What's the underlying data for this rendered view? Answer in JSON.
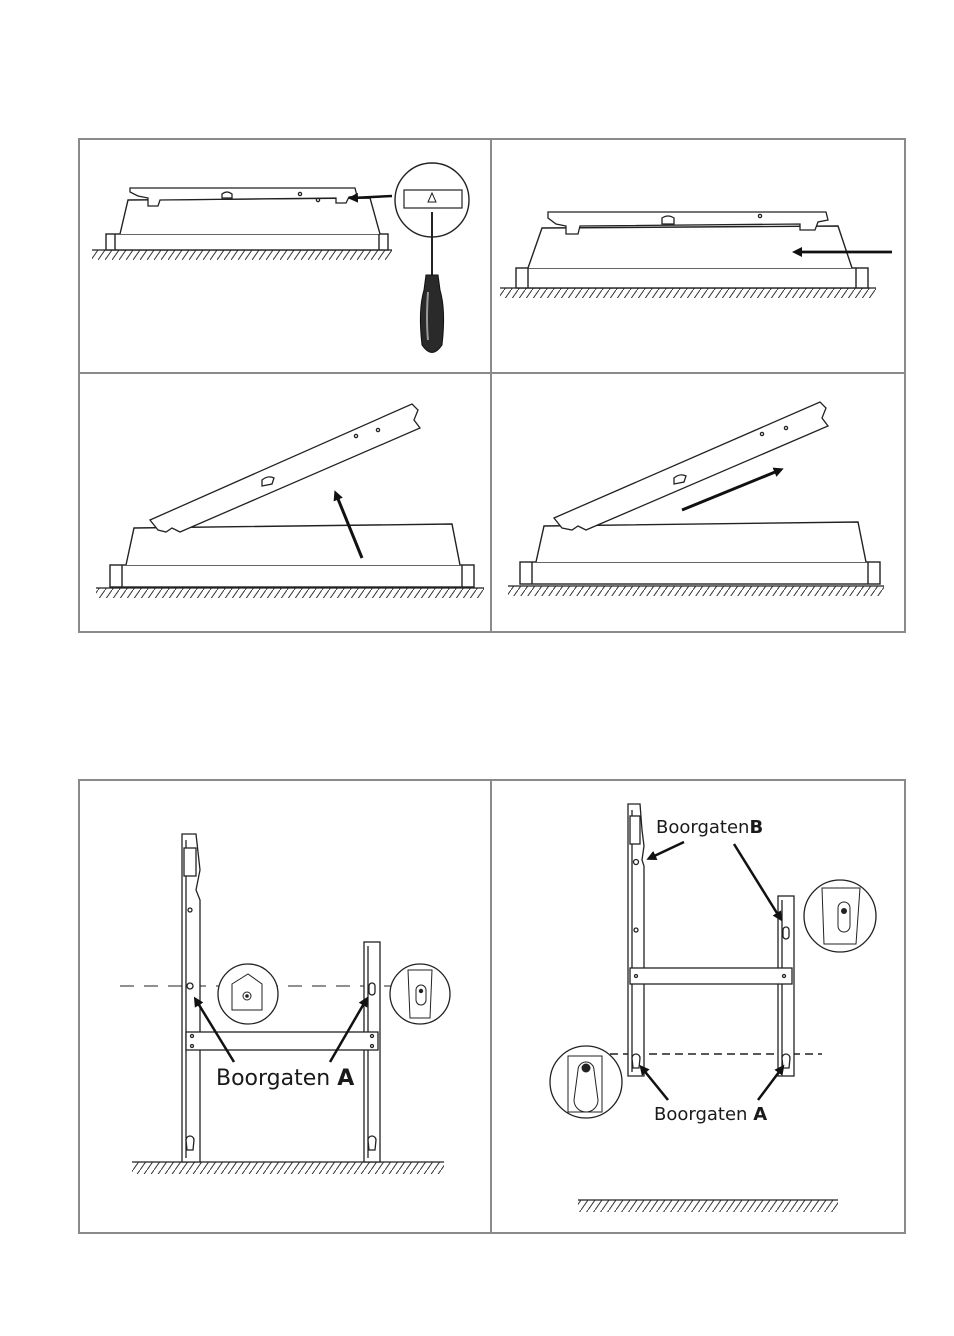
{
  "figures": {
    "bottom_left": {
      "label_prefix": "Boorgaten",
      "label_suffix": "A"
    },
    "bottom_right": {
      "label_b_prefix": "Boorgaten",
      "label_b_suffix": "B",
      "label_a_prefix": "Boorgaten",
      "label_a_suffix": "A"
    }
  }
}
